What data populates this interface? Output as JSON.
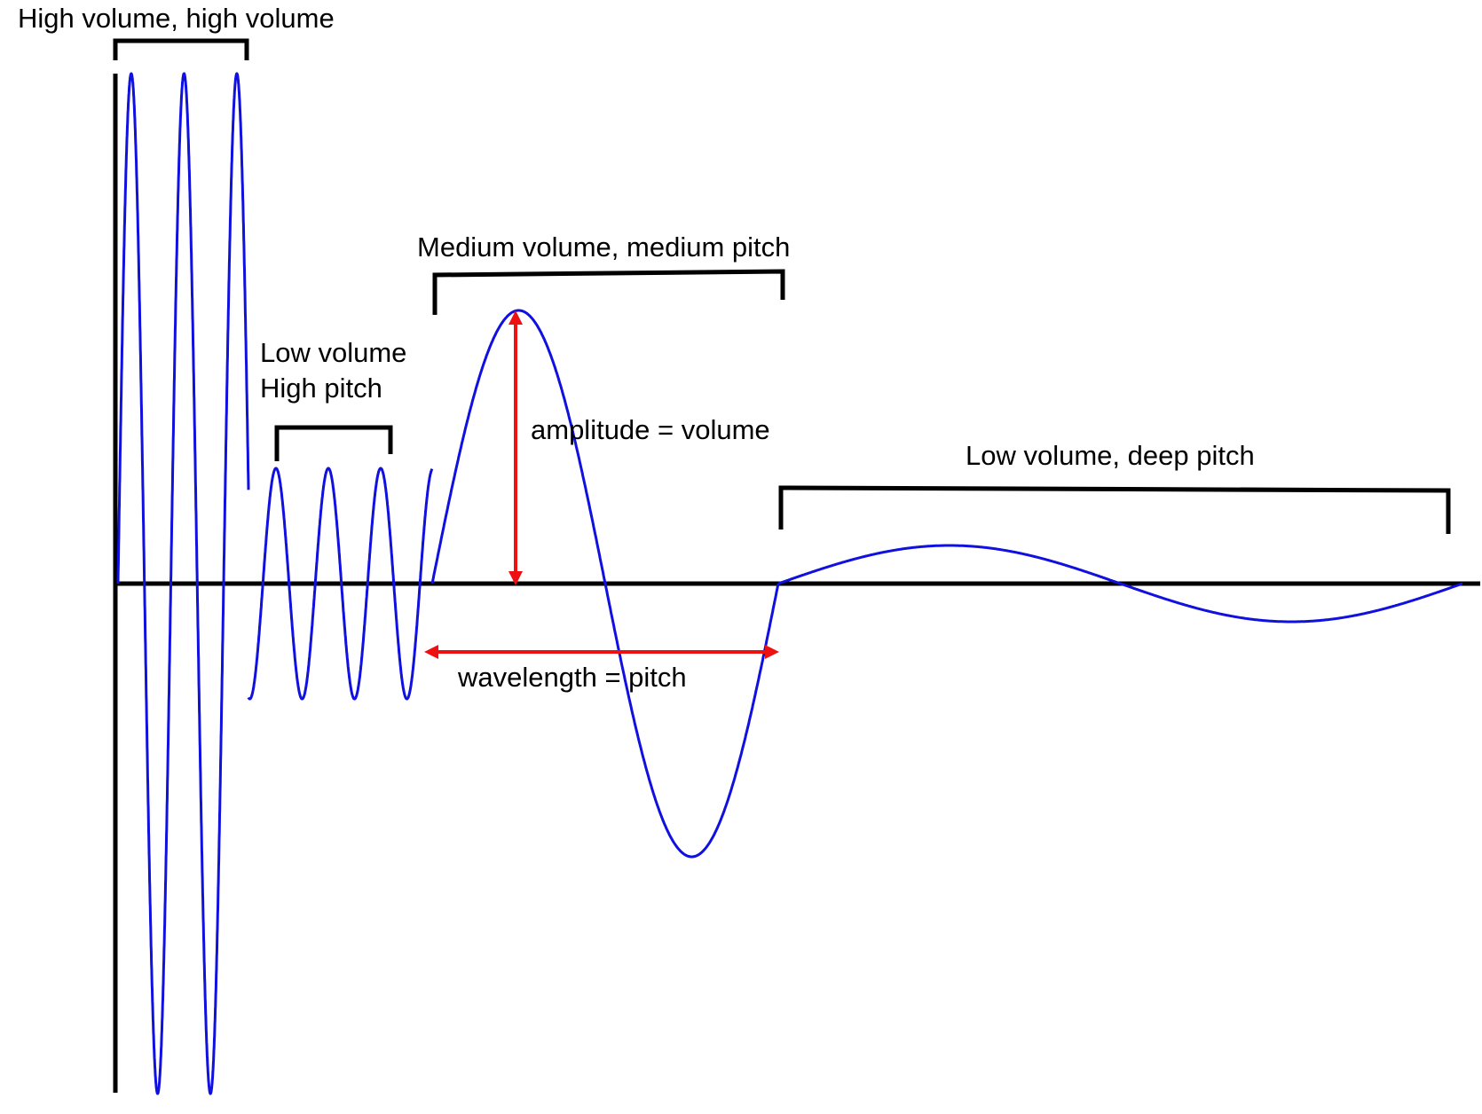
{
  "labels": {
    "high_volume": "High volume, high volume",
    "low_volume_high_pitch_line1": "Low volume",
    "low_volume_high_pitch_line2": "High pitch",
    "medium": "Medium volume, medium pitch",
    "amplitude": "amplitude = volume",
    "wavelength": "wavelength = pitch",
    "low_deep": "Low volume, deep pitch"
  },
  "colors": {
    "wave": "#1010e0",
    "measure": "#ee1111",
    "axis": "#000000",
    "bracket": "#000000"
  }
}
